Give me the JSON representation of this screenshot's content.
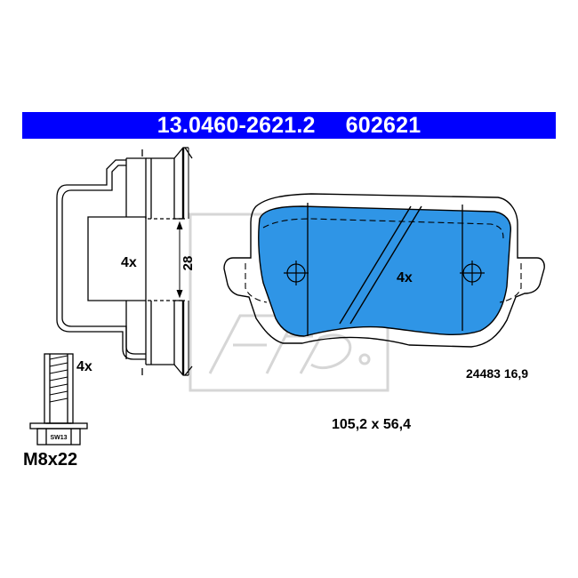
{
  "header": {
    "part_number": "13.0460-2621.2",
    "ref_number": "602621"
  },
  "side_view": {
    "quantity": "4x",
    "thickness_dim": "28"
  },
  "bolt": {
    "quantity": "4x",
    "wrench_size": "SW13",
    "thread_size": "M8x22"
  },
  "pad": {
    "quantity": "4x",
    "wva_and_thickness": "24483 16,9",
    "dimensions": "105,2 x 56,4"
  },
  "colors": {
    "header_bg": "#0000ff",
    "pad_fill": "#2f95e6",
    "watermark": "#d8d8d8"
  }
}
